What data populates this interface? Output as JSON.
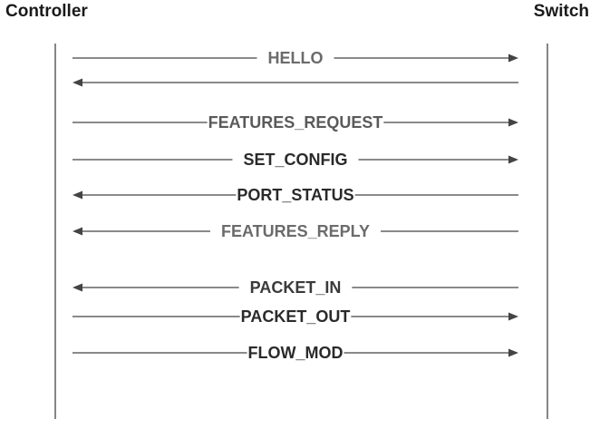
{
  "header": {
    "left_label": "Controller",
    "right_label": "Switch"
  },
  "colors": {
    "label_text": "#3a3a3a",
    "line": "#444444",
    "header_text": "#1a1a1a"
  },
  "messages": [
    {
      "label": "HELLO",
      "direction": "to-switch",
      "label_color": "#6b6b6b",
      "line": "gap"
    },
    {
      "label": "",
      "direction": "to-controller",
      "label_color": "#6b6b6b",
      "line": "full"
    },
    {
      "label": "FEATURES_REQUEST",
      "direction": "to-switch",
      "label_color": "#5a5a5a",
      "line": "tight"
    },
    {
      "label": "SET_CONFIG",
      "direction": "to-switch",
      "label_color": "#2a2a2a",
      "line": "gap"
    },
    {
      "label": "PORT_STATUS",
      "direction": "to-controller",
      "label_color": "#2a2a2a",
      "line": "tight"
    },
    {
      "label": "FEATURES_REPLY",
      "direction": "to-controller",
      "label_color": "#6b6b6b",
      "line": "gap"
    },
    {
      "label": "PACKET_IN",
      "direction": "to-controller",
      "label_color": "#3a3a3a",
      "line": "gap"
    },
    {
      "label": "PACKET_OUT",
      "direction": "to-switch",
      "label_color": "#2a2a2a",
      "line": "tight"
    },
    {
      "label": "FLOW_MOD",
      "direction": "to-switch",
      "label_color": "#2a2a2a",
      "line": "tight"
    }
  ]
}
